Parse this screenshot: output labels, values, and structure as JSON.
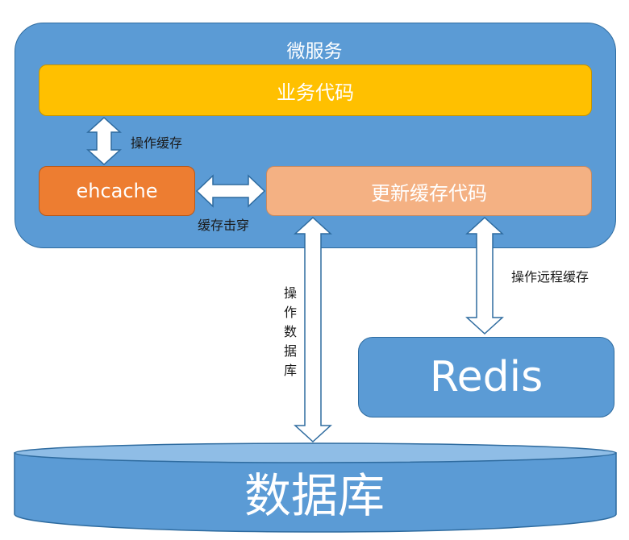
{
  "microservice": {
    "title": "微服务"
  },
  "business_code": {
    "label": "业务代码"
  },
  "ehcache": {
    "label": "ehcache"
  },
  "update_cache_code": {
    "label": "更新缓存代码"
  },
  "redis": {
    "label": "Redis"
  },
  "database": {
    "label": "数据库"
  },
  "arrows": {
    "operate_cache": "操作缓存",
    "cache_penetration": "缓存击穿",
    "operate_db": [
      "操",
      "作",
      "数",
      "据",
      "库"
    ],
    "operate_remote_cache": "操作远程缓存"
  },
  "colors": {
    "microservice_fill": "#5b9bd5",
    "business_fill": "#ffc000",
    "ehcache_fill": "#ed7d31",
    "update_fill": "#f4b183",
    "redis_fill": "#5b9bd5",
    "database_fill": "#5b9bd5"
  }
}
